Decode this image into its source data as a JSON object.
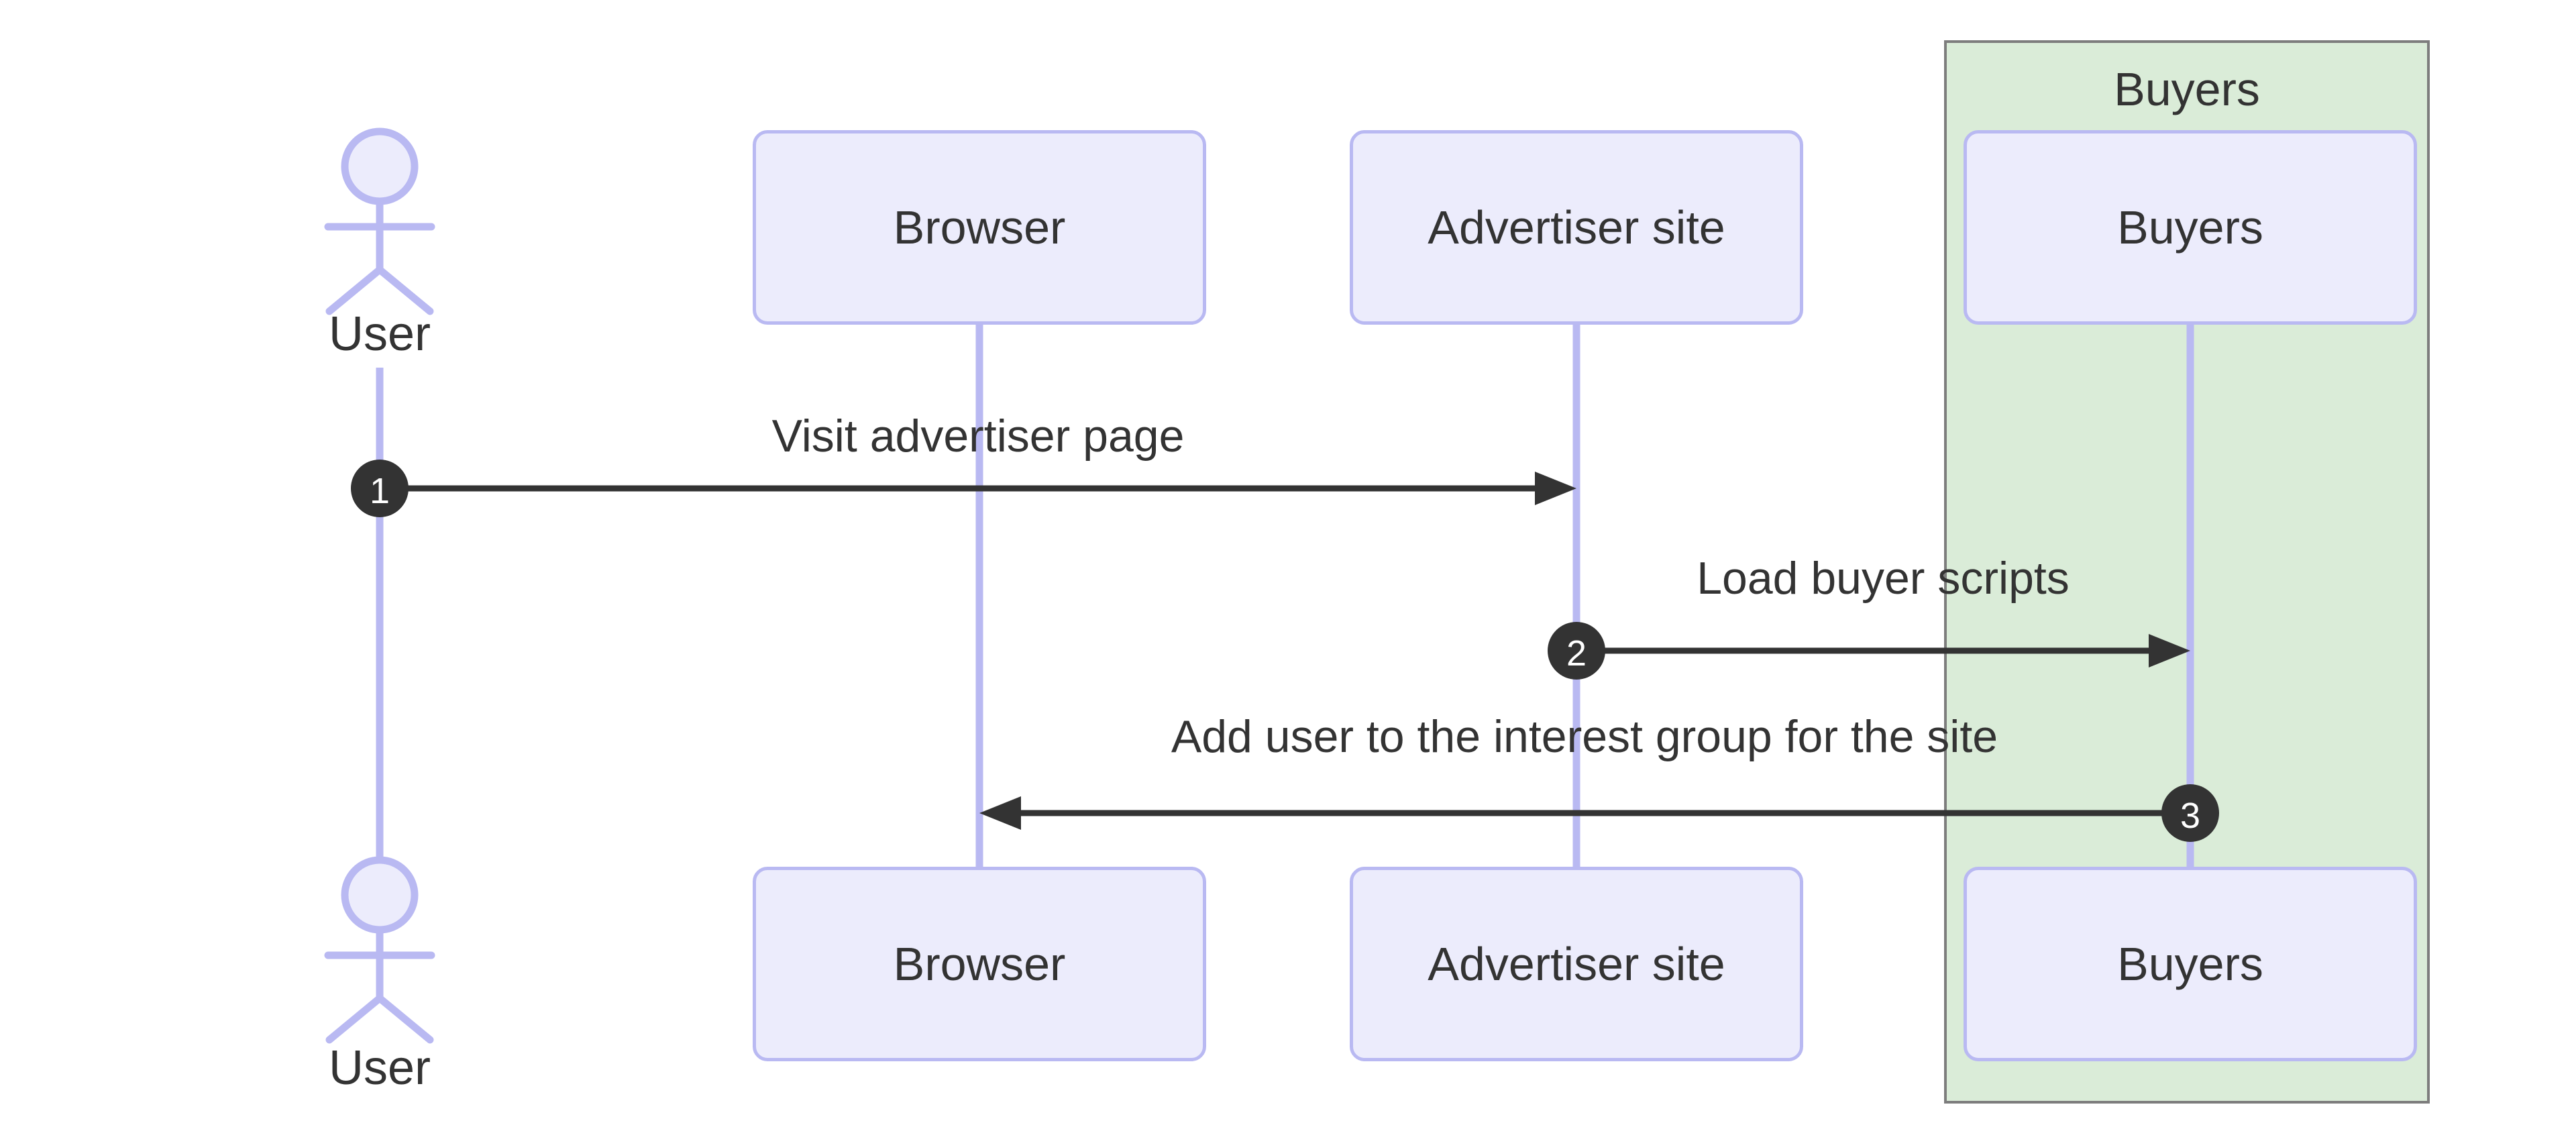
{
  "diagram": {
    "type": "sequence-diagram",
    "background": "#ffffff",
    "group": {
      "label": "Buyers",
      "fill": "#daecd8",
      "border": "#7d7d7d"
    },
    "actor": {
      "label": "User"
    },
    "participants": [
      {
        "label": "Browser"
      },
      {
        "label": "Advertiser site"
      },
      {
        "label": "Buyers"
      }
    ],
    "messages": [
      {
        "number": "1",
        "label": "Visit advertiser page",
        "from": "User",
        "to": "Advertiser site",
        "direction": "right"
      },
      {
        "number": "2",
        "label": "Load buyer scripts",
        "from": "Advertiser site",
        "to": "Buyers",
        "direction": "right"
      },
      {
        "number": "3",
        "label": "Add user to the interest group for the site",
        "from": "Buyers",
        "to": "Browser",
        "direction": "left"
      }
    ],
    "colors": {
      "participant_fill": "#ececfc",
      "participant_border": "#b9b9f2",
      "lifeline": "#b9b9f2",
      "actor_stroke": "#b9b9f2",
      "arrow": "#333333",
      "text": "#333333",
      "number_chip_fill": "#333333",
      "number_chip_text": "#ffffff"
    }
  }
}
